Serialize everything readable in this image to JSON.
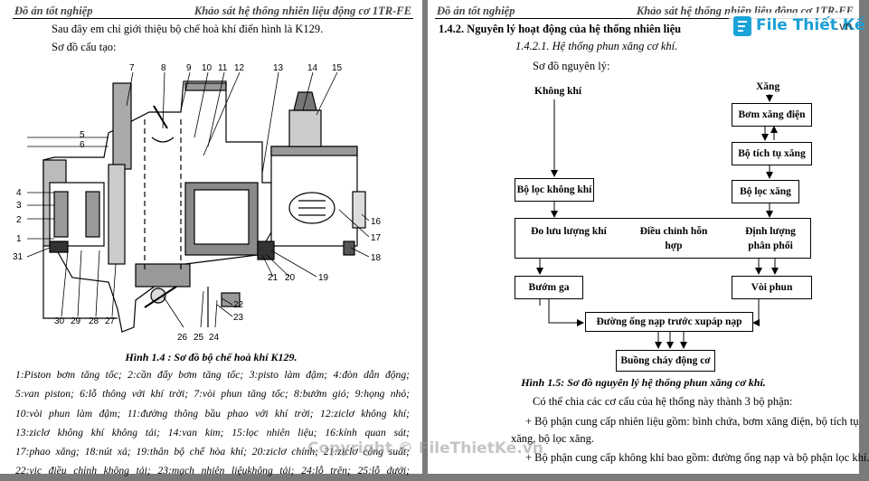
{
  "header": {
    "left": "Đồ án tốt nghiệp",
    "right": "Khảo sát hệ thống nhiên liệu động cơ 1TR-FE"
  },
  "left_page": {
    "intro": "Sau đây em chỉ giới thiệu bộ chế hoà khí điển hình là K129.",
    "struct_label": "Sơ đồ cấu tạo:",
    "figure_caption": "Hình 1.4 : Sơ đồ bộ chế hoà khí K129.",
    "part_numbers_top": [
      "7",
      "8",
      "9",
      "10",
      "11",
      "12",
      "13",
      "14",
      "15"
    ],
    "part_numbers_left": [
      "5",
      "6",
      "4",
      "3",
      "2",
      "1",
      "31"
    ],
    "part_numbers_right": [
      "16",
      "17",
      "18",
      "19",
      "20",
      "21",
      "22",
      "23"
    ],
    "part_numbers_bottom": [
      "30",
      "29",
      "28",
      "27",
      "26",
      "25",
      "24"
    ],
    "legend": [
      "1:Piston bơm tăng tốc; 2:cần đẩy bơm tăng tốc; 3:pisto làm đậm; 4:đòn dẫn động;",
      "5:van piston; 6:lỗ thông với khí trời; 7:vòi phun tăng tốc; 8:bướm gió; 9:họng nhỏ;",
      "10:vòi phun làm đậm; 11:đường thông bầu phao với khí trời; 12:ziclơ không khí;",
      "13:ziclơ không khí không tải; 14:van kim; 15:lọc nhiên liệu; 16:kính quan sát;",
      "17:phao xăng; 18:nút xả; 19:thân bộ chế hòa khí; 20:ziclơ chính; 21:ziclơ công suất;",
      "22:vic điều chỉnh không tải; 23:mạch nhiên liệukhông tải; 24:lỗ trên; 25:lỗ dưới;"
    ]
  },
  "right_page": {
    "section_title": "1.4.2. Nguyên lý hoạt động của hệ thống nhiên liệu",
    "subsection_title": "1.4.2.1. Hệ thống phun xăng cơ khí.",
    "principle_label": "Sơ đồ nguyên lý:",
    "flow": {
      "air_label": "Không khí",
      "fuel_label": "Xăng",
      "electric_pump": "Bơm xăng điện",
      "accumulator": "Bộ tích tụ xăng",
      "fuel_filter": "Bộ lọc xăng",
      "air_filter": "Bộ lọc không khí",
      "air_flow_measure": "Đo lưu lượng khí",
      "mixture_adjust": "Điều chỉnh hỗn hợp",
      "flow_distribute": "Định lượng phân phối",
      "throttle": "Bướm ga",
      "injector": "Vòi phun",
      "intake_manifold": "Đường ống nạp trước xupáp nạp",
      "combustion_chamber": "Buồng cháy động cơ"
    },
    "figure_caption": "Hình 1.5: Sơ đồ nguyên lý hệ thống phun xăng cơ khí.",
    "para1": "Có thể chia các cơ cấu của hệ thống này thành 3 bộ phận:",
    "bullet1_a": "+  Bộ phận cung cấp nhiên liệu gồm: bình chứa, bơm xăng điện, bộ tích tụ",
    "bullet1_b": "xăng, bộ lọc xăng.",
    "bullet2": "+  Bộ phận cung cấp không khí bao gồm: đường ống nạp và bộ phận lọc khí."
  },
  "watermark": {
    "brand": "File Thiết Kế",
    "domain": ".vn",
    "copyright": "Copyright © FileThietKe.vn"
  }
}
